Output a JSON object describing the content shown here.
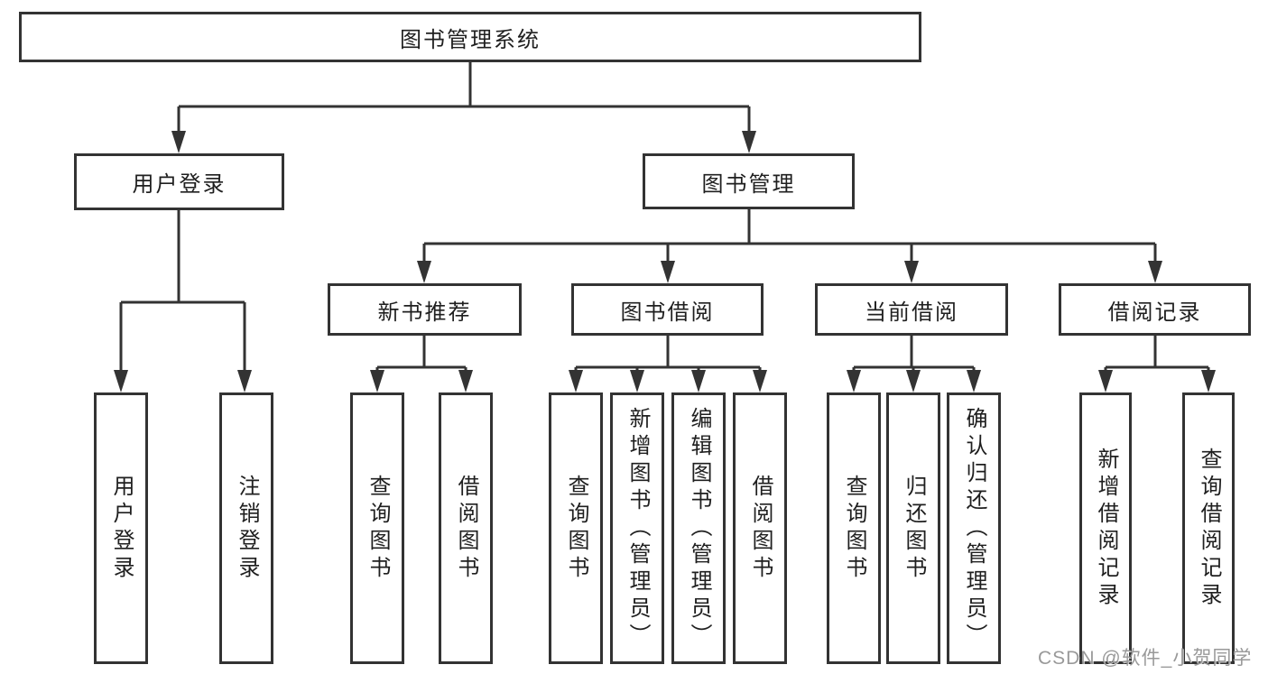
{
  "tree": {
    "label": "图书管理系统",
    "children": [
      {
        "label": "用户登录",
        "children": [
          {
            "label": "用户登录"
          },
          {
            "label": "注销登录"
          }
        ]
      },
      {
        "label": "图书管理",
        "children": [
          {
            "label": "新书推荐",
            "children": [
              {
                "label": "查询图书"
              },
              {
                "label": "借阅图书"
              }
            ]
          },
          {
            "label": "图书借阅",
            "children": [
              {
                "label": "查询图书"
              },
              {
                "label": "新增图书（管理员）"
              },
              {
                "label": "编辑图书（管理员）"
              },
              {
                "label": "借阅图书"
              }
            ]
          },
          {
            "label": "当前借阅",
            "children": [
              {
                "label": "查询图书"
              },
              {
                "label": "归还图书"
              },
              {
                "label": "确认归还（管理员）"
              }
            ]
          },
          {
            "label": "借阅记录",
            "children": [
              {
                "label": "新增借阅记录"
              },
              {
                "label": "查询借阅记录"
              }
            ]
          }
        ]
      }
    ]
  },
  "watermark": {
    "text": "CSDN @软件_小贺同学"
  },
  "colors": {
    "line": "#333333",
    "box_border": "#333333",
    "text": "#1f1f1f",
    "watermark": "#949494",
    "background": "#ffffff"
  }
}
